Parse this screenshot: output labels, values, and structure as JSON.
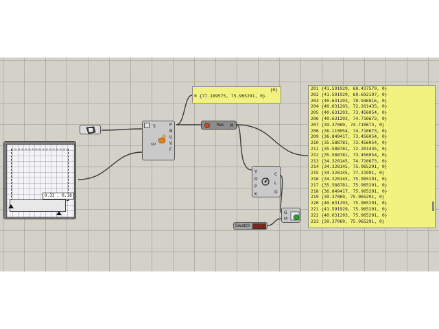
{
  "canvas": {
    "background": "#d3d1c8",
    "grid_color": "#96948a",
    "wire_color": "#3c3c3c"
  },
  "surface_param": {
    "uv_readout": "0.33 , 0.18"
  },
  "eval_surface": {
    "input_ports": [
      "S",
      "uv"
    ],
    "output_ports": [
      "P",
      "N",
      "U",
      "V",
      "F"
    ]
  },
  "panel_small": {
    "path": "{0}",
    "rows": [
      "0 {77.189575, 75.965291, 0}"
    ]
  },
  "recorder": {
    "label": "Rec",
    "status_color": "#d84a10"
  },
  "vector_display": {
    "input_ports": [
      "V",
      "D",
      "P",
      "K"
    ],
    "output_ports": [
      "C",
      "L",
      "D"
    ]
  },
  "preview": {
    "input_ports": [
      "G",
      "M"
    ]
  },
  "swatch": {
    "label": "Swatch",
    "color": "#7a2a16"
  },
  "panel_large": {
    "rows": [
      "201 {41.591929, 68.437579, 0}",
      "202 {41.591929, 69.692197, 0}",
      "203 {40.631293, 70.946816, 0}",
      "204 {40.631293, 72.201435, 0}",
      "205 {40.631293, 73.456054, 0}",
      "206 {40.631293, 74.710673, 0}",
      "207 {39.37069, 74.710673, 0}",
      "208 {38.110054, 74.710673, 0}",
      "209 {36.849417, 73.456054, 0}",
      "210 {35.588781, 73.456054, 0}",
      "211 {35.588781, 72.201435, 0}",
      "212 {35.588781, 73.456054, 0}",
      "213 {34.328145, 74.710673, 0}",
      "214 {34.328145, 75.965291, 0}",
      "215 {34.328145, 77.21991, 0}",
      "216 {34.328145, 75.965291, 0}",
      "217 {35.588781, 75.965291, 0}",
      "218 {36.849417, 75.965291, 0}",
      "219 {39.37069, 75.965291, 0}",
      "220 {40.631293, 75.965291, 0}",
      "221 {41.591929, 75.965291, 0}",
      "222 {40.631293, 75.965291, 0}",
      "223 {39.37069, 75.965291, 0}"
    ]
  }
}
